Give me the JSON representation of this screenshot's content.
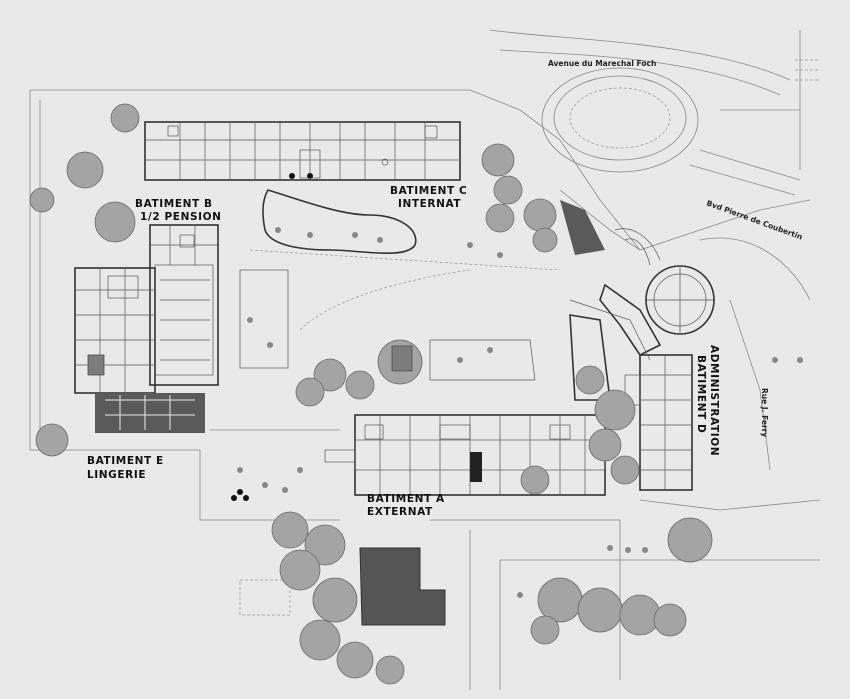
{
  "buildings": {
    "a": {
      "line1": "BATIMENT A",
      "line2": "EXTERNAT"
    },
    "b": {
      "line1": "BATIMENT B",
      "line2": "1/2 PENSION"
    },
    "c": {
      "line1": "BATIMENT C",
      "line2": "INTERNAT"
    },
    "d": {
      "line1": "BATIMENT D",
      "line2": "ADMINISTRATION"
    },
    "e": {
      "line1": "BATIMENT E",
      "line2": "LINGERIE"
    }
  },
  "streets": {
    "foch": "Avenue du Marechal Foch",
    "coubertin": "Bvd Pierre de Coubertin",
    "ferry": "Rue J. Ferry"
  },
  "colors": {
    "paper": "#e9e9e9",
    "ink": "#222222",
    "tree": "#a4a4a4",
    "dark_block": "#5a5a5a"
  }
}
